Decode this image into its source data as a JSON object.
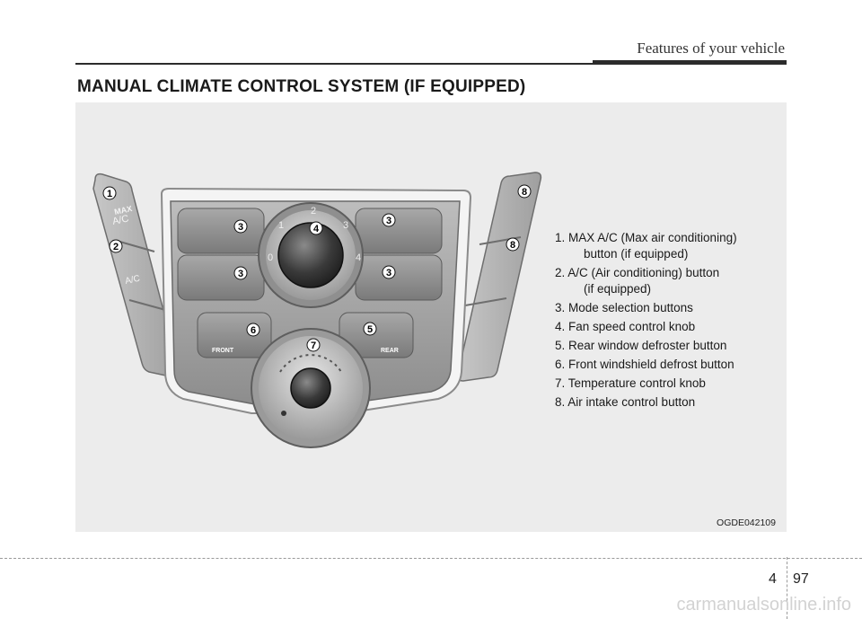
{
  "header": {
    "title": "Features of your vehicle"
  },
  "section": {
    "title": "MANUAL CLIMATE CONTROL SYSTEM (IF EQUIPPED)"
  },
  "figure": {
    "code": "OGDE042109",
    "legend": [
      {
        "line1": "1. MAX A/C (Max air conditioning)",
        "line2": "button (if equipped)"
      },
      {
        "line1": "2. A/C (Air conditioning) button",
        "line2": "(if equipped)"
      },
      {
        "line1": "3. Mode selection buttons",
        "line2": ""
      },
      {
        "line1": "4. Fan speed control knob",
        "line2": ""
      },
      {
        "line1": "5. Rear window defroster button",
        "line2": ""
      },
      {
        "line1": "6. Front windshield defrost button",
        "line2": ""
      },
      {
        "line1": "7. Temperature control knob",
        "line2": ""
      },
      {
        "line1": "8. Air intake control button",
        "line2": ""
      }
    ],
    "panel_labels": {
      "max": "MAX",
      "ac_upper": "A/C",
      "ac_lower": "A/C",
      "front": "FRONT",
      "rear": "REAR"
    },
    "fan_scale": [
      "0",
      "1",
      "2",
      "3",
      "4"
    ],
    "callouts": {
      "c1": "1",
      "c2": "2",
      "c3a": "3",
      "c3b": "3",
      "c3c": "3",
      "c3d": "3",
      "c4": "4",
      "c5": "5",
      "c6": "6",
      "c7": "7",
      "c8a": "8",
      "c8b": "8"
    }
  },
  "footer": {
    "chapter": "4",
    "page": "97",
    "watermark": "carmanualsonline.info"
  }
}
